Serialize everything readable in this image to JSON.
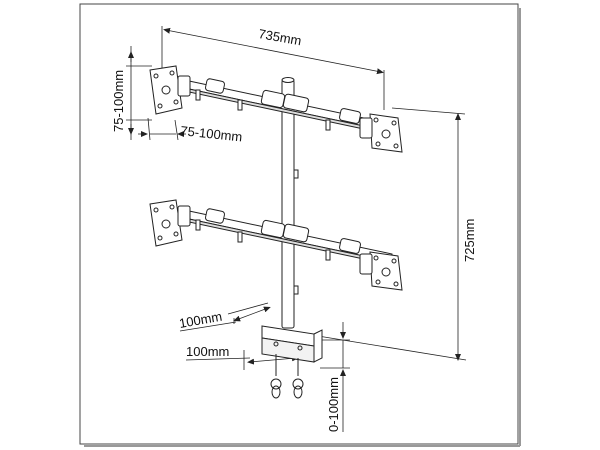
{
  "diagram": {
    "dimensions": {
      "top_width": "735mm",
      "vesa_vertical": "75-100mm",
      "vesa_horizontal": "75-100mm",
      "total_height": "725mm",
      "clamp_depth_top": "100mm",
      "clamp_depth_bottom": "100mm",
      "clamp_range": "0-100mm"
    },
    "colors": {
      "line": "#222222",
      "frame": "#444444",
      "fill": "#ffffff"
    }
  }
}
